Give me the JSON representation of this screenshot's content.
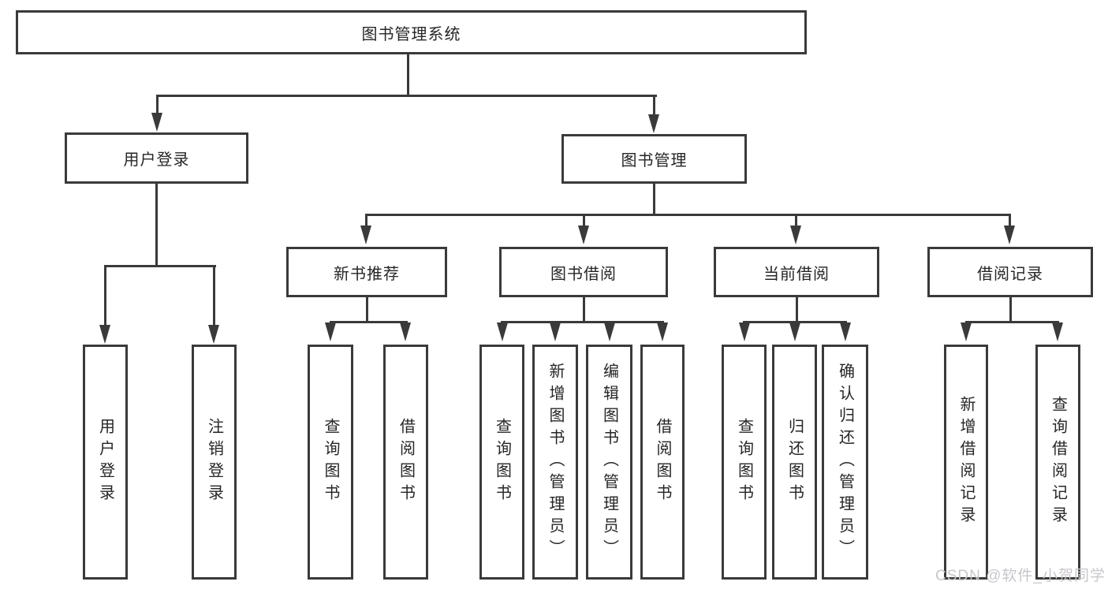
{
  "diagram_title": "图书管理系统",
  "watermark": "CSDN @软件_小贺同学",
  "colors": {
    "line": "#3a3a3a",
    "text": "#262626",
    "watermark": "#c9c6cb",
    "background": "#ffffff"
  },
  "nodes": {
    "root": "图书管理系统",
    "user_login": "用户登录",
    "book_management": "图书管理",
    "new_book_recommend": "新书推荐",
    "book_borrowing": "图书借阅",
    "current_borrowing": "当前借阅",
    "borrowing_records": "借阅记录",
    "leaves": {
      "user_login": "用户登录",
      "logout": "注销登录",
      "recommend_query_book": "查询图书",
      "recommend_borrow_book": "借阅图书",
      "borrowing_query_book": "查询图书",
      "borrowing_add_book": "新增图书（管理员）",
      "borrowing_edit_book": "编辑图书（管理员）",
      "borrowing_borrow_book": "借阅图书",
      "current_query_book": "查询图书",
      "current_return_book": "归还图书",
      "current_confirm_return": "确认归还（管理员）",
      "records_add_record": "新增借阅记录",
      "records_query_record": "查询借阅记录"
    }
  }
}
